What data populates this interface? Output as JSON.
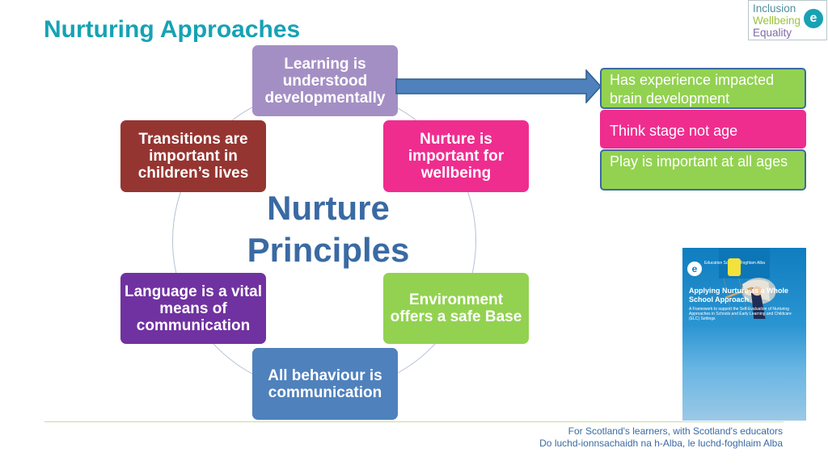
{
  "title": "Nurturing Approaches",
  "logo": {
    "line1": "Inclusion",
    "line2": "Wellbeing",
    "line3": "Equality",
    "mark": "e"
  },
  "center": {
    "line1": "Nurture",
    "line2": "Principles"
  },
  "principles": {
    "learning": "Learning is understood developmentally",
    "nurture": "Nurture is important for wellbeing",
    "transitions": "Transitions are important in children’s lives",
    "language": "Language is a vital means of communication",
    "environment": "Environment offers a safe Base",
    "behaviour": "All behaviour is communication"
  },
  "side_notes": [
    "Has experience impacted brain development",
    "Think stage not age",
    "Play is important at all ages"
  ],
  "cover": {
    "logo_text": "Education Scotland Foghlam Alba",
    "title": "Applying Nurture as a Whole School Approach",
    "subtitle": "A Framework to support the Self-Evaluation of Nurturing Approaches in Schools and Early Learning and Childcare (ELC) Settings"
  },
  "footer": {
    "line1": "For Scotland's learners, with Scotland's educators",
    "line2": "Do luchd-ionnsachaidh na h-Alba, le luchd-foghlaim Alba"
  },
  "colors": {
    "title": "#17a2b4",
    "learning": "#a48fc4",
    "nurture": "#ef2d8f",
    "transitions": "#953531",
    "language": "#7032a0",
    "environment": "#92d250",
    "behaviour": "#4f81bd",
    "arrow": "#4f81bd"
  },
  "icons": {
    "arrow": "right-arrow-icon"
  }
}
